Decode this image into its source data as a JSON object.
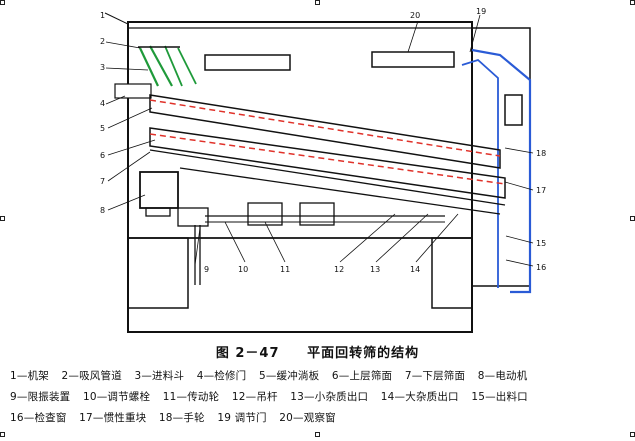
{
  "figure": {
    "caption_no": "图 2－47",
    "caption_title": "平面回转筛的结构"
  },
  "callouts": [
    "1",
    "2",
    "3",
    "4",
    "5",
    "6",
    "7",
    "8",
    "9",
    "10",
    "11",
    "12",
    "13",
    "14",
    "15",
    "16",
    "17",
    "18",
    "19",
    "20"
  ],
  "legend": {
    "row1": [
      "1—机架",
      "2—吸风管道",
      "3—进料斗",
      "4—检修门",
      "5—缓冲淌板",
      "6—上层筛面",
      "7—下层筛面",
      "8—电动机"
    ],
    "row2": [
      "9—限振装置",
      "10—调节螺栓",
      "11—传动轮",
      "12—吊杆",
      "13—小杂质出口",
      "14—大杂质出口",
      "15—出料口"
    ],
    "row3": [
      "16—检查窗",
      "17—惯性重块",
      "18—手轮",
      "19 调节门",
      "20—观察窗"
    ]
  },
  "colors": {
    "blue": "#2a5bd6",
    "green": "#1f9a3a",
    "red": "#e0322a",
    "ink": "#111111"
  }
}
